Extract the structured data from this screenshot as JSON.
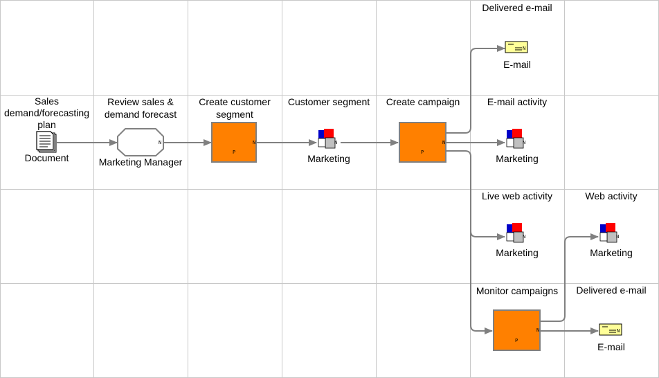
{
  "lanes": [
    "",
    "",
    "",
    ""
  ],
  "nodes": {
    "sales_plan": {
      "title": "Sales\ndemand/forecasting\nplan",
      "caption": "Document"
    },
    "review": {
      "title": "Review sales &\ndemand forecast",
      "caption": "Marketing Manager"
    },
    "create_segment": {
      "title": "Create customer\nsegment"
    },
    "customer_segment": {
      "title": "Customer segment",
      "caption": "Marketing"
    },
    "create_campaign": {
      "title": "Create campaign"
    },
    "delivered_email_1": {
      "title": "Delivered e-mail",
      "caption": "E-mail"
    },
    "email_activity": {
      "title": "E-mail activity",
      "caption": "Marketing"
    },
    "live_web_activity": {
      "title": "Live web activity",
      "caption": "Marketing"
    },
    "monitor_campaigns": {
      "title": "Monitor campaigns"
    },
    "web_activity": {
      "title": "Web activity",
      "caption": "Marketing"
    },
    "delivered_email_2": {
      "title": "Delivered e-mail",
      "caption": "E-mail"
    }
  },
  "markers": {
    "n": "N",
    "p": "P"
  },
  "colors": {
    "process": "#ff8000",
    "grid": "#c8c8c8",
    "connector": "#808080",
    "email": "#ffff99"
  },
  "icons": [
    "document-icon",
    "role-icon",
    "organization-icon",
    "email-icon"
  ]
}
